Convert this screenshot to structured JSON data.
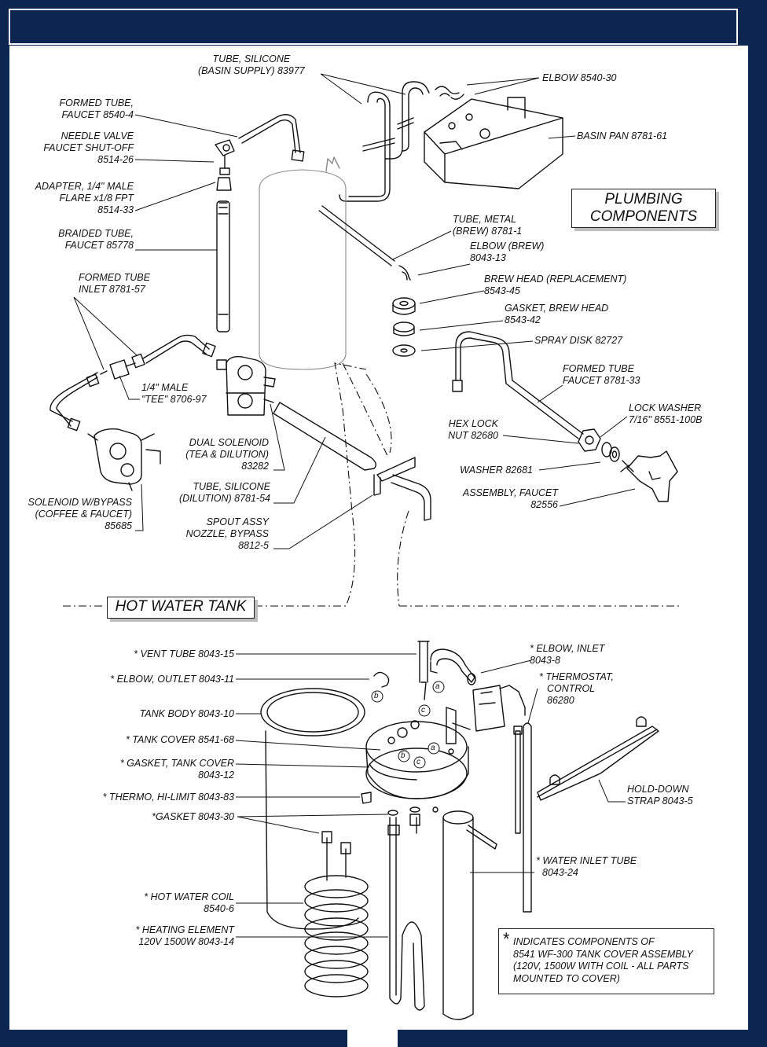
{
  "colors": {
    "frame": "#0c2650",
    "ink": "#111111",
    "shadow": "#bdbdbd"
  },
  "titles": {
    "plumbing": [
      "PLUMBING",
      "COMPONENTS"
    ],
    "hot_water_tank": "HOT WATER TANK"
  },
  "plumbing_labels": {
    "tube_silicone_basin": [
      "TUBE, SILICONE",
      "(BASIN SUPPLY)  83977"
    ],
    "elbow_basin": [
      "ELBOW  8540-30"
    ],
    "basin_pan": [
      "BASIN PAN  8781-61"
    ],
    "formed_tube_faucet_top": [
      "FORMED TUBE,",
      "FAUCET    8540-4"
    ],
    "needle_valve": [
      "NEEDLE VALVE",
      "FAUCET SHUT-OFF",
      "8514-26"
    ],
    "adapter": [
      "ADAPTER, 1/4\" MALE",
      "FLARE x1/8 FPT",
      "8514-33"
    ],
    "braided_tube": [
      "BRAIDED TUBE,",
      "FAUCET  85778"
    ],
    "formed_tube_inlet": [
      "FORMED TUBE",
      "INLET    8781-57"
    ],
    "male_tee": [
      "1/4\" MALE",
      "\"TEE\"  8706-97"
    ],
    "tube_metal_brew": [
      "TUBE, METAL",
      "(BREW)  8781-1"
    ],
    "elbow_brew": [
      "ELBOW (BREW)",
      "8043-13"
    ],
    "brew_head": [
      "BREW HEAD (REPLACEMENT)",
      "8543-45"
    ],
    "gasket_brew_head": [
      "GASKET, BREW HEAD",
      "8543-42"
    ],
    "spray_disk": [
      "SPRAY DISK  82727"
    ],
    "formed_tube_faucet_right": [
      "FORMED TUBE",
      "FAUCET    8781-33"
    ],
    "lock_washer": [
      "LOCK WASHER",
      "7/16\"  8551-100B"
    ],
    "hex_lock_nut": [
      "HEX LOCK",
      "NUT    82680"
    ],
    "dual_solenoid": [
      "DUAL SOLENOID",
      "(TEA & DILUTION)",
      "83282"
    ],
    "tube_silicone_dilution": [
      "TUBE, SILICONE",
      "(DILUTION)  8781-54"
    ],
    "spout_assy": [
      "SPOUT ASSY",
      "NOZZLE, BYPASS",
      "8812-5"
    ],
    "washer": [
      "WASHER  82681"
    ],
    "assembly_faucet": [
      "ASSEMBLY, FAUCET",
      "82556"
    ],
    "solenoid_bypass": [
      "SOLENOID W/BYPASS",
      "(COFFEE & FAUCET)",
      "85685"
    ]
  },
  "tank_labels": {
    "vent_tube": [
      "* VENT TUBE  8043-15"
    ],
    "elbow_outlet": [
      "* ELBOW, OUTLET  8043-11"
    ],
    "tank_body": [
      "TANK BODY  8043-10"
    ],
    "tank_cover": [
      "* TANK COVER  8541-68"
    ],
    "gasket_tank_cover": [
      "* GASKET, TANK COVER",
      "8043-12"
    ],
    "thermo_hi_limit": [
      "* THERMO, HI-LIMIT  8043-83"
    ],
    "gasket": [
      "*GASKET  8043-30"
    ],
    "hot_water_coil": [
      "* HOT WATER COIL",
      "8540-6"
    ],
    "heating_element": [
      "* HEATING ELEMENT",
      "120V 1500W    8043-14"
    ],
    "elbow_inlet": [
      "* ELBOW, INLET",
      "8043-8"
    ],
    "thermostat": [
      "* THERMOSTAT,",
      "CONTROL",
      "86280"
    ],
    "hold_down_strap": [
      "HOLD-DOWN",
      "STRAP    8043-5"
    ],
    "water_inlet_tube": [
      "* WATER INLET TUBE",
      "8043-24"
    ]
  },
  "callouts": {
    "a": "a",
    "b": "b",
    "c": "c"
  },
  "note": {
    "star": "*",
    "lines": [
      "INDICATES COMPONENTS OF",
      "8541 WF-300 TANK  COVER ASSEMBLY",
      "(120V, 1500W WITH COIL - ALL PARTS",
      "MOUNTED TO COVER)"
    ]
  }
}
